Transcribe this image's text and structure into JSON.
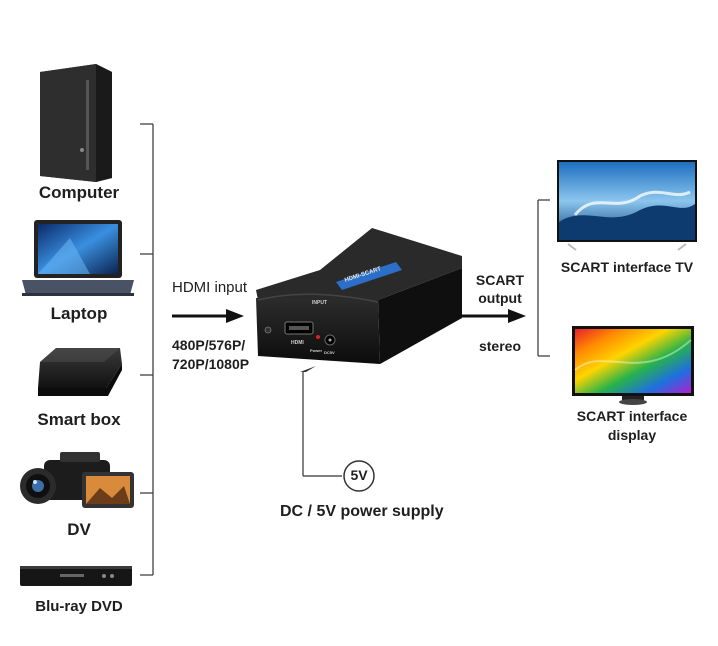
{
  "sources": [
    {
      "id": "computer",
      "label": "Computer",
      "icon": "computer-tower-icon"
    },
    {
      "id": "laptop",
      "label": "Laptop",
      "icon": "laptop-icon"
    },
    {
      "id": "smartbox",
      "label": "Smart box",
      "icon": "smart-box-icon"
    },
    {
      "id": "dv",
      "label": "DV",
      "icon": "camcorder-icon"
    },
    {
      "id": "bluray",
      "label": "Blu-ray DVD",
      "icon": "bluray-player-icon"
    }
  ],
  "input": {
    "title": "HDMI input",
    "resolutions_line1": "480P/576P/",
    "resolutions_line2": "720P/1080P"
  },
  "device": {
    "name": "HDMI to SCART converter",
    "top_label": "HDMI-SCART",
    "input_label": "INPUT",
    "hdmi_label": "HDMI",
    "power_label": "Power",
    "dc_label": "DC5V"
  },
  "output": {
    "title_line1": "SCART",
    "title_line2": "output",
    "stereo": "stereo"
  },
  "power": {
    "badge": "5V",
    "label": "DC / 5V power supply"
  },
  "targets": [
    {
      "id": "tv",
      "label": "SCART interface TV",
      "icon": "tv-icon"
    },
    {
      "id": "display",
      "label_line1": "SCART interface",
      "label_line2": "display",
      "icon": "monitor-icon"
    }
  ],
  "colors": {
    "text": "#1e1e1e",
    "line": "#333333",
    "device_body": "#151515",
    "accent_blue": "#2b6fc9"
  }
}
